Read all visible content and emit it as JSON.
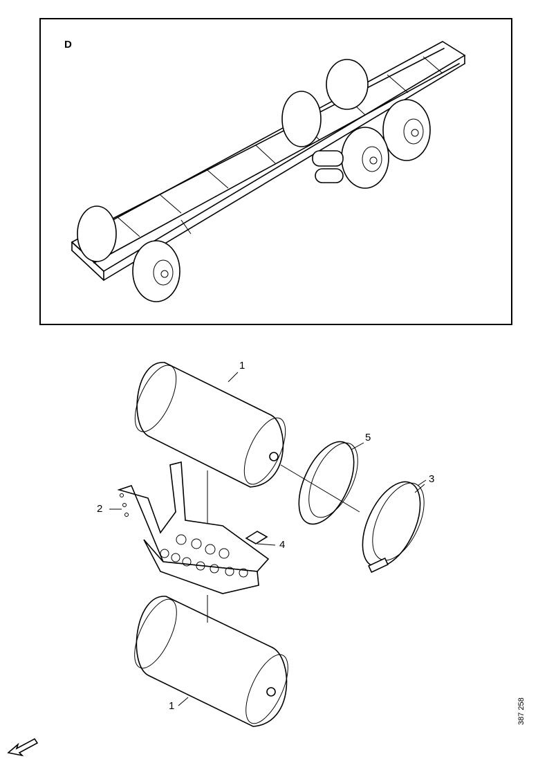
{
  "panel": {
    "view_letter": "D"
  },
  "callouts": {
    "tank_top": "1",
    "bracket": "2",
    "strap_right": "3",
    "pad": "4",
    "strap_left": "5",
    "tank_bottom": "1"
  },
  "reference_number": "387 258",
  "icons": {
    "direction_arrow": "arrow-down-left-icon"
  }
}
